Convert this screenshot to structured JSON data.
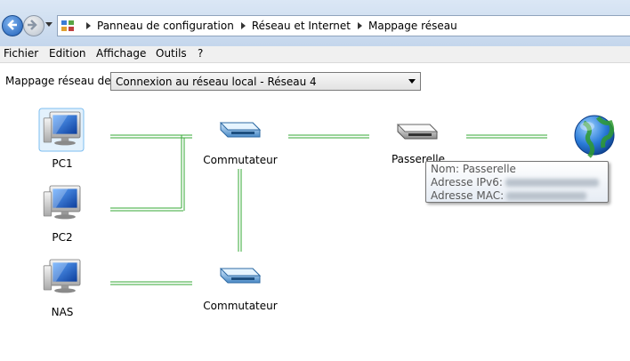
{
  "address_bar": {
    "breadcrumbs": [
      "Panneau de configuration",
      "Réseau et Internet",
      "Mappage réseau"
    ]
  },
  "menu": {
    "items": [
      "Fichier",
      "Edition",
      "Affichage",
      "Outils",
      "?"
    ]
  },
  "network_selector": {
    "label": "Mappage réseau de",
    "value": "Connexion au réseau local - Réseau  4"
  },
  "nodes": {
    "pc1": "PC1",
    "pc2": "PC2",
    "nas": "NAS",
    "switch1": "Commutateur",
    "switch2": "Commutateur",
    "gateway": "Passerelle"
  },
  "tooltip": {
    "name": "Nom: Passerelle",
    "ipv6_label": "Adresse IPv6:",
    "mac_label": "Adresse MAC:"
  },
  "colors": {
    "link_line": "#36a836",
    "monitor_screen": "#1a5fc9",
    "globe": "#2a7bd8"
  }
}
